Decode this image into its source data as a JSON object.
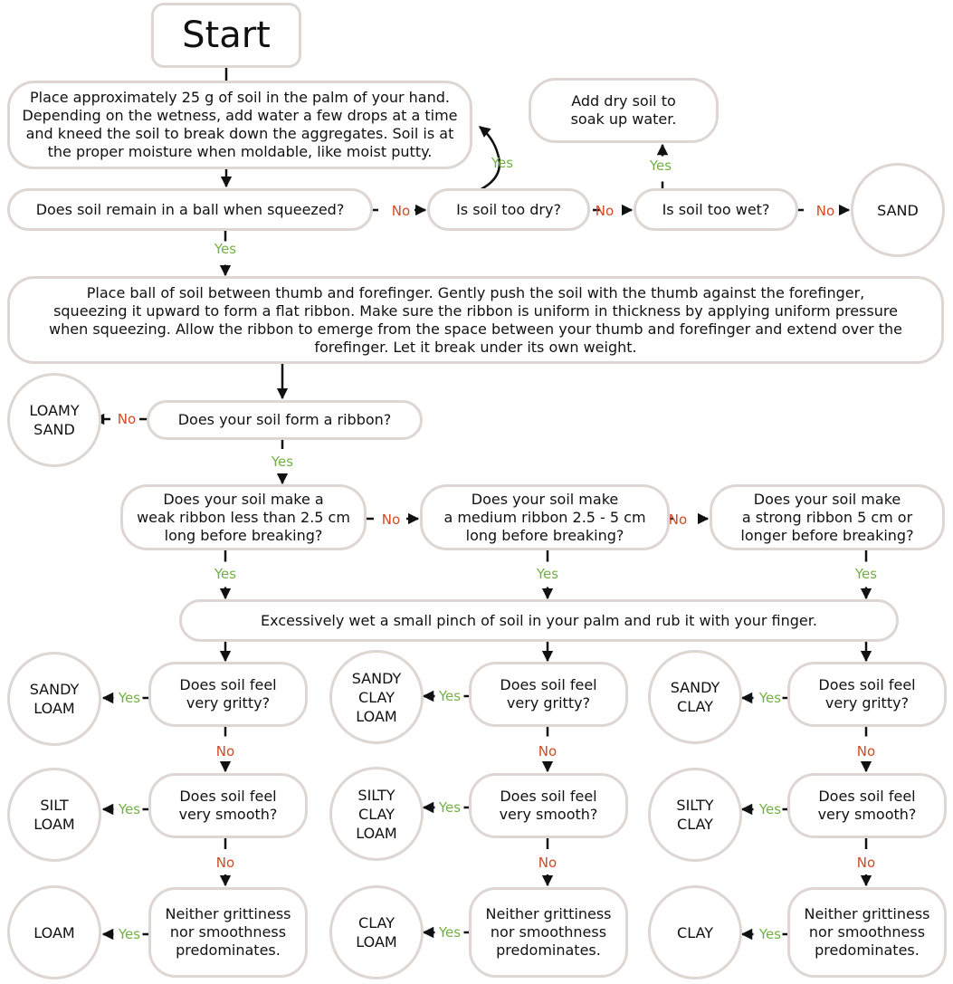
{
  "colors": {
    "border": "#ddd6d2",
    "yes": "#73b043",
    "no": "#d04a24",
    "arrow": "#111111"
  },
  "start": "Start",
  "step_moisten": "Place approximately 25 g of soil in the palm of your hand.\nDepending on the wetness, add water a few drops at a time\nand kneed the soil to break down the aggregates. Soil is at\nthe proper moisture when moldable, like moist putty.",
  "add_dry_soil": "Add dry soil to\nsoak up water.",
  "q_ball": "Does soil remain in a ball when squeezed?",
  "q_dry": "Is soil too dry?",
  "q_wet": "Is soil too wet?",
  "result_sand": "SAND",
  "step_ribbon": "Place ball of soil between thumb and forefinger. Gently push the soil with the thumb against the forefinger,\nsqueezing it upward to form a flat ribbon. Make sure the ribbon is uniform in thickness by applying uniform pressure\nwhen squeezing. Allow the ribbon to emerge from the space between your thumb and forefinger and extend over the\nforefinger. Let it break under its own weight.",
  "result_loamy_sand": "LOAMY\nSAND",
  "q_ribbon": "Does your soil form a ribbon?",
  "q_weak": "Does your soil make a\nweak ribbon less than 2.5 cm\nlong before breaking?",
  "q_medium": "Does your soil make\na medium ribbon 2.5 - 5 cm\nlong before breaking?",
  "q_strong": "Does your soil make\na strong ribbon 5 cm or\nlonger before breaking?",
  "step_wet": "Excessively wet a small pinch of soil in your palm and rub it with your finger.",
  "q_gritty": "Does soil feel\nvery gritty?",
  "q_smooth": "Does soil feel\nvery smooth?",
  "q_neither": "Neither grittiness\nnor smoothness\npredominates.",
  "results": {
    "sandy_loam": "SANDY\nLOAM",
    "silt_loam": "SILT\nLOAM",
    "loam": "LOAM",
    "sandy_clay_loam": "SANDY\nCLAY\nLOAM",
    "silty_clay_loam": "SILTY\nCLAY\nLOAM",
    "clay_loam": "CLAY\nLOAM",
    "sandy_clay": "SANDY\nCLAY",
    "silty_clay": "SILTY\nCLAY",
    "clay": "CLAY"
  },
  "labels": {
    "yes": "Yes",
    "no": "No"
  }
}
